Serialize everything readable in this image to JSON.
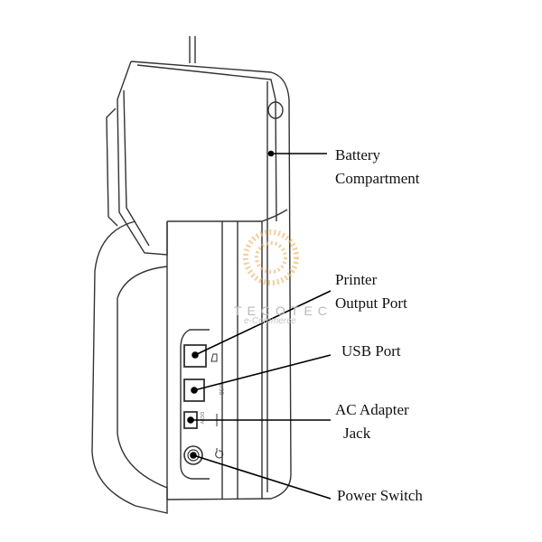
{
  "labels": {
    "battery": [
      "Battery",
      "Compartment"
    ],
    "printer": [
      "Printer",
      "Output Port"
    ],
    "usb": "USB Port",
    "ac": [
      "AC Adapter",
      "Jack"
    ],
    "power": "Power Switch"
  },
  "port_marks": {
    "usb": "USB",
    "dc": "DC9V"
  },
  "watermark": {
    "brand": "TECOTEC",
    "sub": "e-Commerce",
    "color": "#f0b870"
  }
}
